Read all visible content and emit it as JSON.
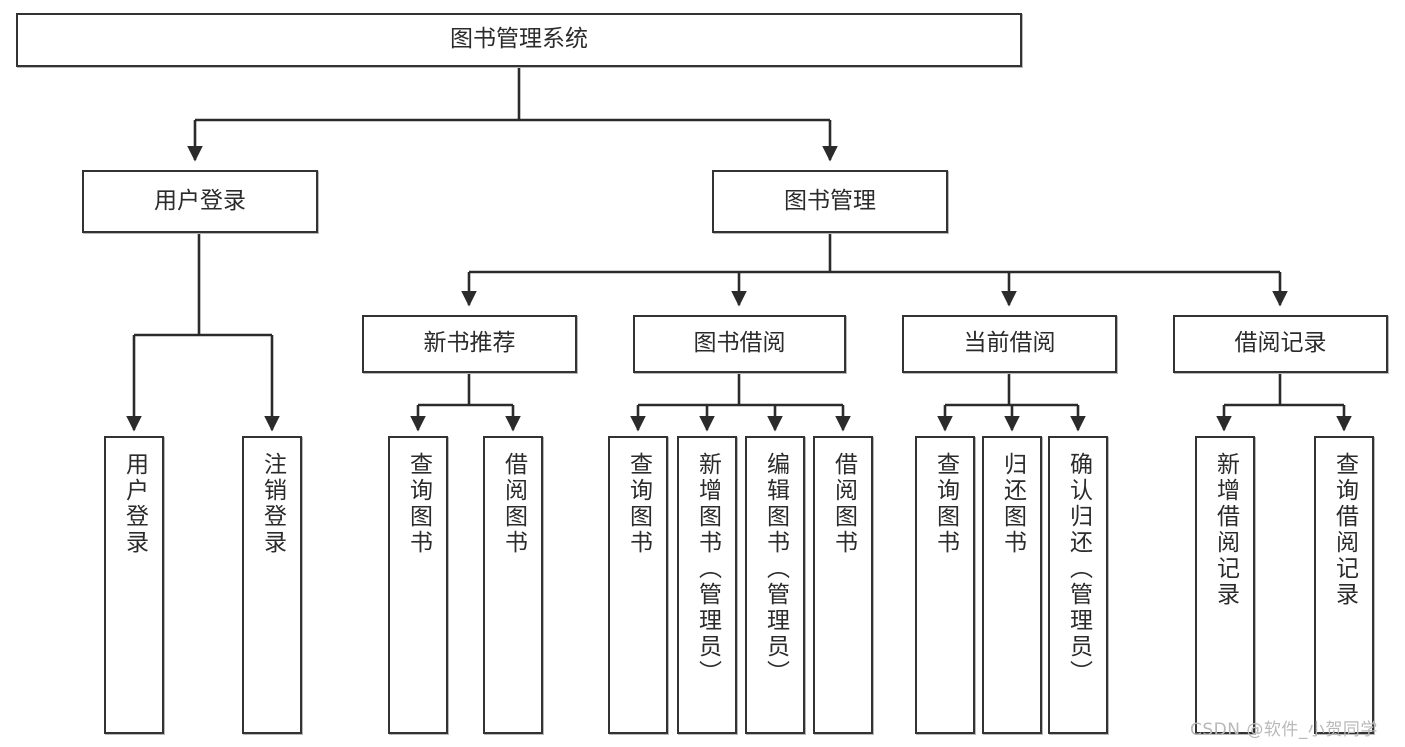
{
  "diagram": {
    "type": "tree",
    "title": "图书管理系统",
    "orientation": "top-down",
    "levels": 4,
    "colors": {
      "box_border": "#333333",
      "box_fill": "#ffffff",
      "connector": "#2b2b2b",
      "text": "#2b2b2b",
      "watermark": "#b9b9b9"
    }
  },
  "root": {
    "label": "图书管理系统"
  },
  "level2": [
    {
      "label": "用户登录"
    },
    {
      "label": "图书管理"
    }
  ],
  "level3": [
    {
      "label": "新书推荐"
    },
    {
      "label": "图书借阅"
    },
    {
      "label": "当前借阅"
    },
    {
      "label": "借阅记录"
    }
  ],
  "leaves": {
    "user_login": [
      {
        "label": "用户登录"
      },
      {
        "label": "注销登录"
      }
    ],
    "new_book_recommend": [
      {
        "label": "查询图书"
      },
      {
        "label": "借阅图书"
      }
    ],
    "book_borrow": [
      {
        "label": "查询图书"
      },
      {
        "label": "新增图书（管理员）"
      },
      {
        "label": "编辑图书（管理员）"
      },
      {
        "label": "借阅图书"
      }
    ],
    "current_borrow": [
      {
        "label": "查询图书"
      },
      {
        "label": "归还图书"
      },
      {
        "label": "确认归还（管理员）"
      }
    ],
    "borrow_records": [
      {
        "label": "新增借阅记录"
      },
      {
        "label": "查询借阅记录"
      }
    ]
  },
  "watermark": {
    "text": "CSDN @软件_小贺同学"
  }
}
